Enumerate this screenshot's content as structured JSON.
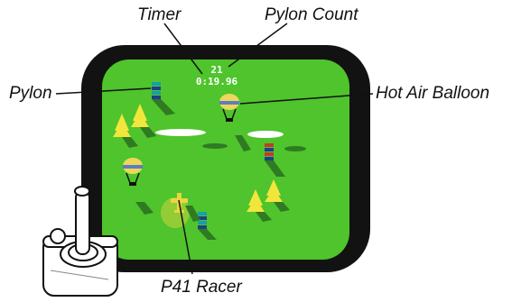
{
  "callouts": {
    "timer": "Timer",
    "pylon_count": "Pylon Count",
    "pylon": "Pylon",
    "hot_air_balloon": "Hot Air Balloon",
    "p41_racer": "P41 Racer"
  },
  "hud": {
    "pylon_count_value": "21",
    "timer_value": "0:19.96"
  },
  "colors": {
    "screen_bezel": "#121212",
    "playfield": "#4fc42c",
    "pylon_blue": "#1f3f8a",
    "pylon_teal": "#16a0a8",
    "pylon_red": "#c43a2a",
    "balloon_yellow": "#ecd75a",
    "balloon_blue": "#5c7fc0",
    "tree_yellow": "#f2e63c",
    "cloud_white": "#ffffff",
    "racer_yellow": "#e8d840",
    "shadow": "#2f7a22"
  }
}
